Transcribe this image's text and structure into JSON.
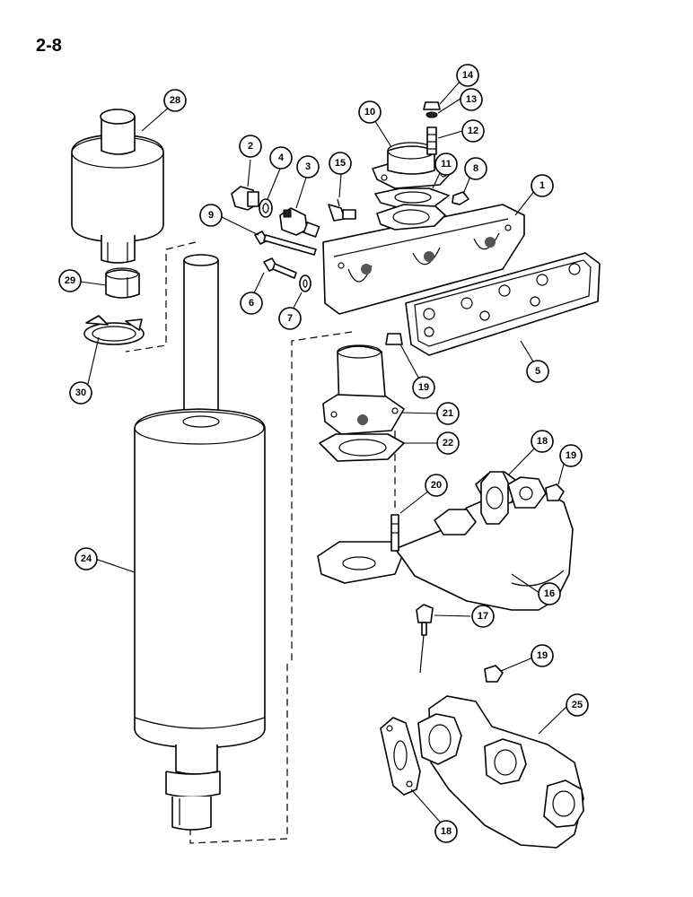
{
  "page": {
    "number": "2-8"
  },
  "callouts": [
    {
      "id": "1",
      "label": "1"
    },
    {
      "id": "2",
      "label": "2"
    },
    {
      "id": "3",
      "label": "3"
    },
    {
      "id": "4",
      "label": "4"
    },
    {
      "id": "5",
      "label": "5"
    },
    {
      "id": "6",
      "label": "6"
    },
    {
      "id": "7",
      "label": "7"
    },
    {
      "id": "8",
      "label": "8"
    },
    {
      "id": "9",
      "label": "9"
    },
    {
      "id": "10",
      "label": "10"
    },
    {
      "id": "11",
      "label": "11"
    },
    {
      "id": "12",
      "label": "12"
    },
    {
      "id": "13",
      "label": "13"
    },
    {
      "id": "14",
      "label": "14"
    },
    {
      "id": "15",
      "label": "15"
    },
    {
      "id": "16",
      "label": "16"
    },
    {
      "id": "17",
      "label": "17"
    },
    {
      "id": "18a",
      "label": "18"
    },
    {
      "id": "18b",
      "label": "18"
    },
    {
      "id": "19a",
      "label": "19"
    },
    {
      "id": "19b",
      "label": "19"
    },
    {
      "id": "19c",
      "label": "19"
    },
    {
      "id": "20",
      "label": "20"
    },
    {
      "id": "21",
      "label": "21"
    },
    {
      "id": "22",
      "label": "22"
    },
    {
      "id": "24",
      "label": "24"
    },
    {
      "id": "25",
      "label": "25"
    },
    {
      "id": "28",
      "label": "28"
    },
    {
      "id": "29",
      "label": "29"
    },
    {
      "id": "30",
      "label": "30"
    }
  ]
}
